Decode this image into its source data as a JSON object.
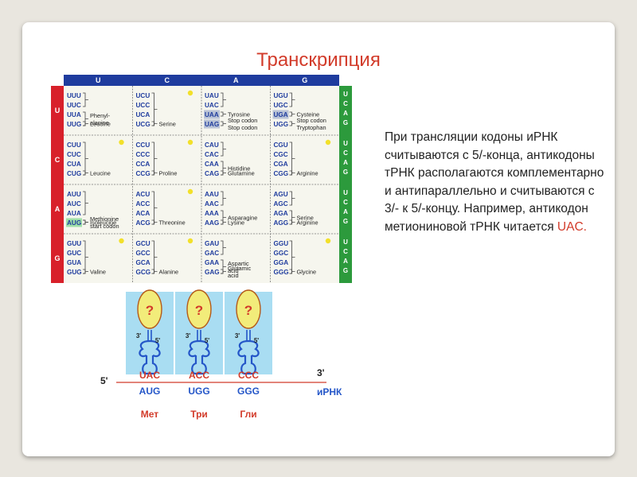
{
  "title": "Транскрипция",
  "table": {
    "col_headers": [
      "U",
      "C",
      "A",
      "G"
    ],
    "row_headers": [
      "U",
      "C",
      "A",
      "G"
    ],
    "right_labels": [
      "U",
      "C",
      "A",
      "G"
    ],
    "cells": [
      [
        {
          "codons": [
            "UUU",
            "UUC",
            "UUA",
            "UUG"
          ],
          "aa": [
            "Phenyl-",
            "alanine",
            "Leucine"
          ],
          "dot": false
        },
        {
          "codons": [
            "UCU",
            "UCC",
            "UCA",
            "UCG"
          ],
          "aa": [
            "Serine"
          ],
          "dot": true
        },
        {
          "codons": [
            "UAU",
            "UAC",
            "UAA",
            "UAG"
          ],
          "aa": [
            "Tyrosine",
            "Stop codon",
            "Stop codon"
          ],
          "dot": false
        },
        {
          "codons": [
            "UGU",
            "UGC",
            "UGA",
            "UGG"
          ],
          "aa": [
            "Cysteine",
            "Stop codon",
            "Tryptophan"
          ],
          "dot": false
        }
      ],
      [
        {
          "codons": [
            "CUU",
            "CUC",
            "CUA",
            "CUG"
          ],
          "aa": [
            "Leucine"
          ],
          "dot": true
        },
        {
          "codons": [
            "CCU",
            "CCC",
            "CCA",
            "CCG"
          ],
          "aa": [
            "Proline"
          ],
          "dot": true
        },
        {
          "codons": [
            "CAU",
            "CAC",
            "CAA",
            "CAG"
          ],
          "aa": [
            "Histidine",
            "Glutamine"
          ],
          "dot": false
        },
        {
          "codons": [
            "CGU",
            "CGC",
            "CGA",
            "CGG"
          ],
          "aa": [
            "Arginine"
          ],
          "dot": true
        }
      ],
      [
        {
          "codons": [
            "AUU",
            "AUC",
            "AUA",
            "AUG"
          ],
          "aa": [
            "Isoleucine",
            "Methionine",
            "start codon"
          ],
          "dot": false
        },
        {
          "codons": [
            "ACU",
            "ACC",
            "ACA",
            "ACG"
          ],
          "aa": [
            "Threonine"
          ],
          "dot": true
        },
        {
          "codons": [
            "AAU",
            "AAC",
            "AAA",
            "AAG"
          ],
          "aa": [
            "Asparagine",
            "Lysine"
          ],
          "dot": false
        },
        {
          "codons": [
            "AGU",
            "AGC",
            "AGA",
            "AGG"
          ],
          "aa": [
            "Serine",
            "Arginine"
          ],
          "dot": false
        }
      ],
      [
        {
          "codons": [
            "GUU",
            "GUC",
            "GUA",
            "GUG"
          ],
          "aa": [
            "Valine"
          ],
          "dot": true
        },
        {
          "codons": [
            "GCU",
            "GCC",
            "GCA",
            "GCG"
          ],
          "aa": [
            "Alanine"
          ],
          "dot": true
        },
        {
          "codons": [
            "GAU",
            "GAC",
            "GAA",
            "GAG"
          ],
          "aa": [
            "Aspartic",
            "acid",
            "Glutamic",
            "acid"
          ],
          "dot": false
        },
        {
          "codons": [
            "GGU",
            "GGC",
            "GGA",
            "GGG"
          ],
          "aa": [
            "Glycine"
          ],
          "dot": true
        }
      ]
    ]
  },
  "paragraph": {
    "text": "При трансляции кодоны иРНК считываются с 5/-конца, антикодоны тРНК располагаются комплементарно и антипараллельно  и считываются с 3/- к 5/-концу. Например, антикодон метиониновой тРНК читается ",
    "highlight": "UAC."
  },
  "trna_diagram": {
    "question_mark": "?",
    "end_3": "3'",
    "end_5": "5'",
    "strand_5": "5'",
    "strand_3": "3'",
    "anticodons": [
      "UAC",
      "ACC",
      "CCC"
    ],
    "codons": [
      "AUG",
      "UGG",
      "GGG"
    ],
    "amino_acids": [
      "Мет",
      "Три",
      "Гли"
    ],
    "mrna_label": "иРНК"
  },
  "colors": {
    "title": "#d23b2a",
    "header_blue": "#1f3c9e",
    "row_red": "#d8202a",
    "right_green": "#2c9a3c",
    "codon_text": "#1f3c9e",
    "cell_bg": "#f6f6ee",
    "stop_highlight": "#b9c3d6",
    "start_highlight": "#9fe0a8",
    "dot": "#f2e02a",
    "trna_blue": "#2456c8",
    "red_text": "#d23b2a"
  }
}
